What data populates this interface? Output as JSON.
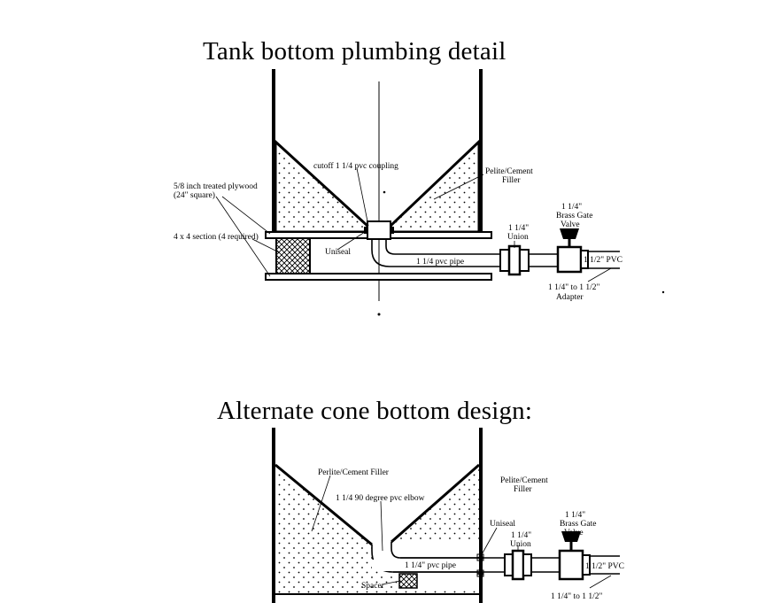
{
  "diagram1": {
    "title": "Tank bottom plumbing detail",
    "labels": {
      "coupling": "cutoff 1 1/4 pvc coupling",
      "plywood_1": "5/8 inch treated plywood",
      "plywood_2": "(24\" square)",
      "section": "4 x 4 section (4 required)",
      "filler_1": "Pelite/Cement",
      "filler_2": "Filler",
      "union_1": "1 1/4\"",
      "union_2": "Union",
      "valve_1": "1 1/4\"",
      "valve_2": "Brass Gate",
      "valve_3": "Valve",
      "uniseal": "Uniseal",
      "pipe": "1 1/4 pvc pipe",
      "pvc": "1 1/2\" PVC",
      "adapter_1": "1 1/4\" to 1 1/2\"",
      "adapter_2": "Adapter"
    }
  },
  "diagram2": {
    "title": "Alternate cone bottom design:",
    "labels": {
      "filler_left": "Perlite/Cement Filler",
      "elbow": "1 1/4 90 degree pvc elbow",
      "filler_r1": "Pelite/Cement",
      "filler_r2": "Filler",
      "uniseal": "Uniseal",
      "union_1": "1 1/4\"",
      "union_2": "Union",
      "valve_1": "1 1/4\"",
      "valve_2": "Brass Gate",
      "valve_3": "Valve",
      "pipe": "1 1/4\" pvc pipe",
      "pvc": "1 1/2\" PVC",
      "spacer": "Spacer",
      "adapter_1": "1 1/4\" to 1 1/2\""
    }
  }
}
